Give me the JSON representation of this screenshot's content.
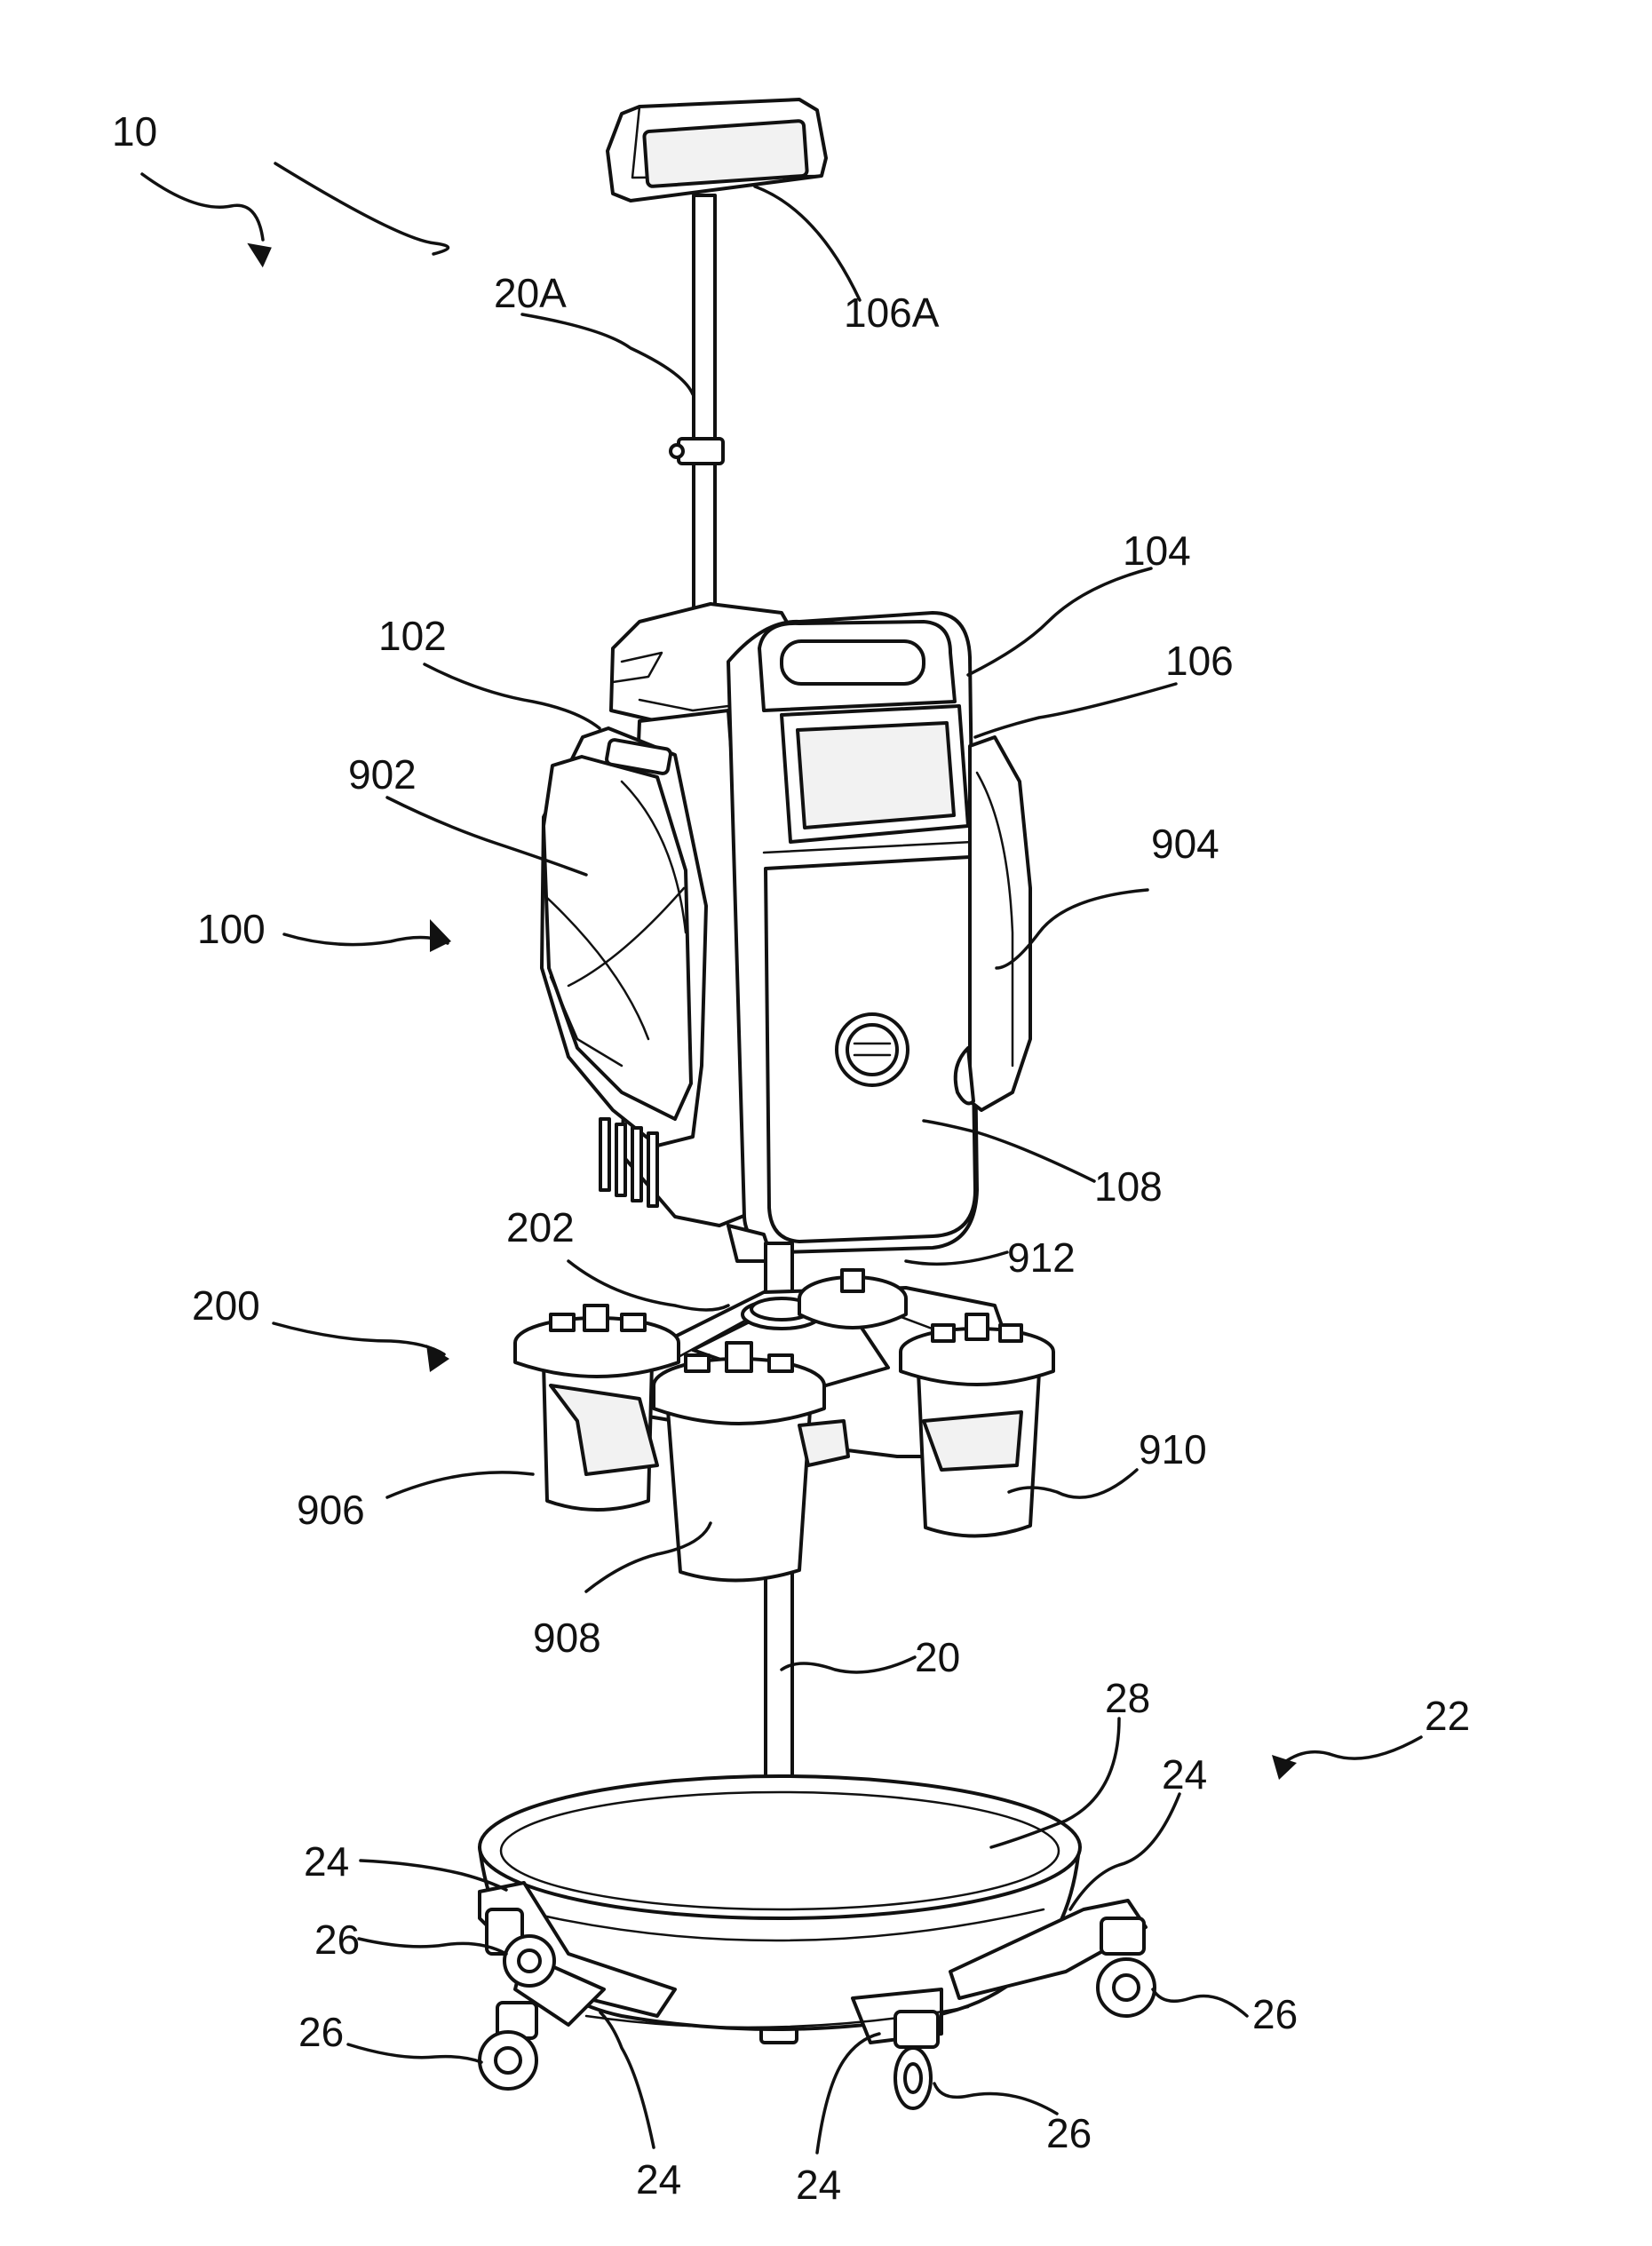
{
  "labels": {
    "r10": "10",
    "r106a": "106A",
    "r20a": "20A",
    "r104": "104",
    "r102": "102",
    "r106": "106",
    "r902": "902",
    "r904": "904",
    "r100": "100",
    "r108": "108",
    "r202": "202",
    "r912": "912",
    "r200": "200",
    "r910": "910",
    "r906": "906",
    "r908": "908",
    "r20": "20",
    "r28": "28",
    "r22": "22",
    "r24a": "24",
    "r24b": "24",
    "r24c": "24",
    "r24d": "24",
    "r26a": "26",
    "r26b": "26",
    "r26c": "26",
    "r26d": "26"
  },
  "colors": {
    "line": "#111111",
    "background": "#ffffff"
  }
}
